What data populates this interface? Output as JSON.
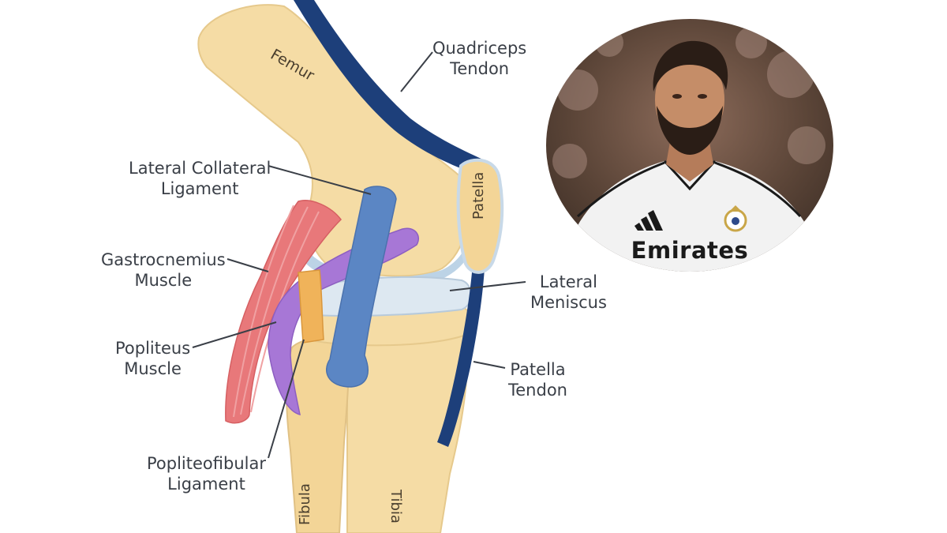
{
  "diagram": {
    "bones": {
      "femur": "Femur",
      "patella": "Patella",
      "fibula": "Fibula",
      "tibia": "Tibia"
    },
    "labels": {
      "quadriceps_tendon": [
        "Quadriceps",
        "Tendon"
      ],
      "lateral_collateral_ligament": [
        "Lateral Collateral",
        "Ligament"
      ],
      "gastrocnemius_muscle": [
        "Gastrocnemius",
        "Muscle"
      ],
      "popliteus_muscle": [
        "Popliteus",
        "Muscle"
      ],
      "popliteofibular_ligament": [
        "Popliteofibular",
        "Ligament"
      ],
      "lateral_meniscus": [
        "Lateral",
        "Meniscus"
      ],
      "patella_tendon": [
        "Patella",
        "Tendon"
      ]
    },
    "colors": {
      "bone": "#f5dca5",
      "tendon": "#1d3f7a",
      "ligament": "#5b86c4",
      "gastrocnemius": "#e8787a",
      "popliteus": "#a777d6",
      "popliteofibular": "#f0b35a",
      "meniscus": "#dde8f1",
      "cartilage": "#bcd3e6"
    }
  },
  "photo": {
    "sponsor": "Emirates",
    "icons": [
      "adidas-logo-icon",
      "club-crest-icon"
    ]
  }
}
